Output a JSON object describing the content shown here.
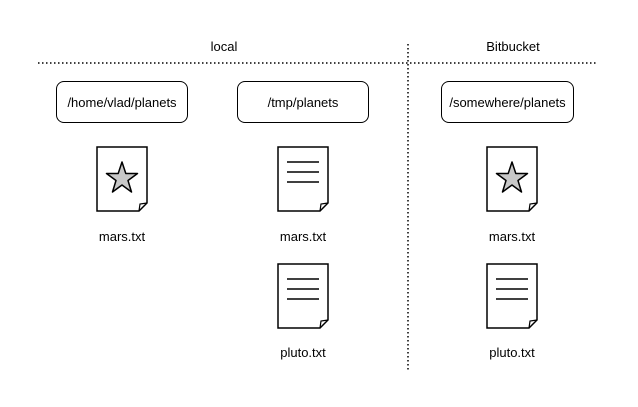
{
  "sections": {
    "local": "local",
    "remote": "Bitbucket"
  },
  "repos": [
    {
      "path": "/home/vlad/planets",
      "files": [
        {
          "name": "mars.txt",
          "icon": "star-icon"
        }
      ]
    },
    {
      "path": "/tmp/planets",
      "files": [
        {
          "name": "mars.txt",
          "icon": "lines-icon"
        },
        {
          "name": "pluto.txt",
          "icon": "lines-icon"
        }
      ]
    },
    {
      "path": "/somewhere/planets",
      "files": [
        {
          "name": "mars.txt",
          "icon": "star-icon"
        },
        {
          "name": "pluto.txt",
          "icon": "lines-icon"
        }
      ]
    }
  ],
  "colors": {
    "star_fill": "#c8c8c8",
    "stroke": "#000000"
  }
}
